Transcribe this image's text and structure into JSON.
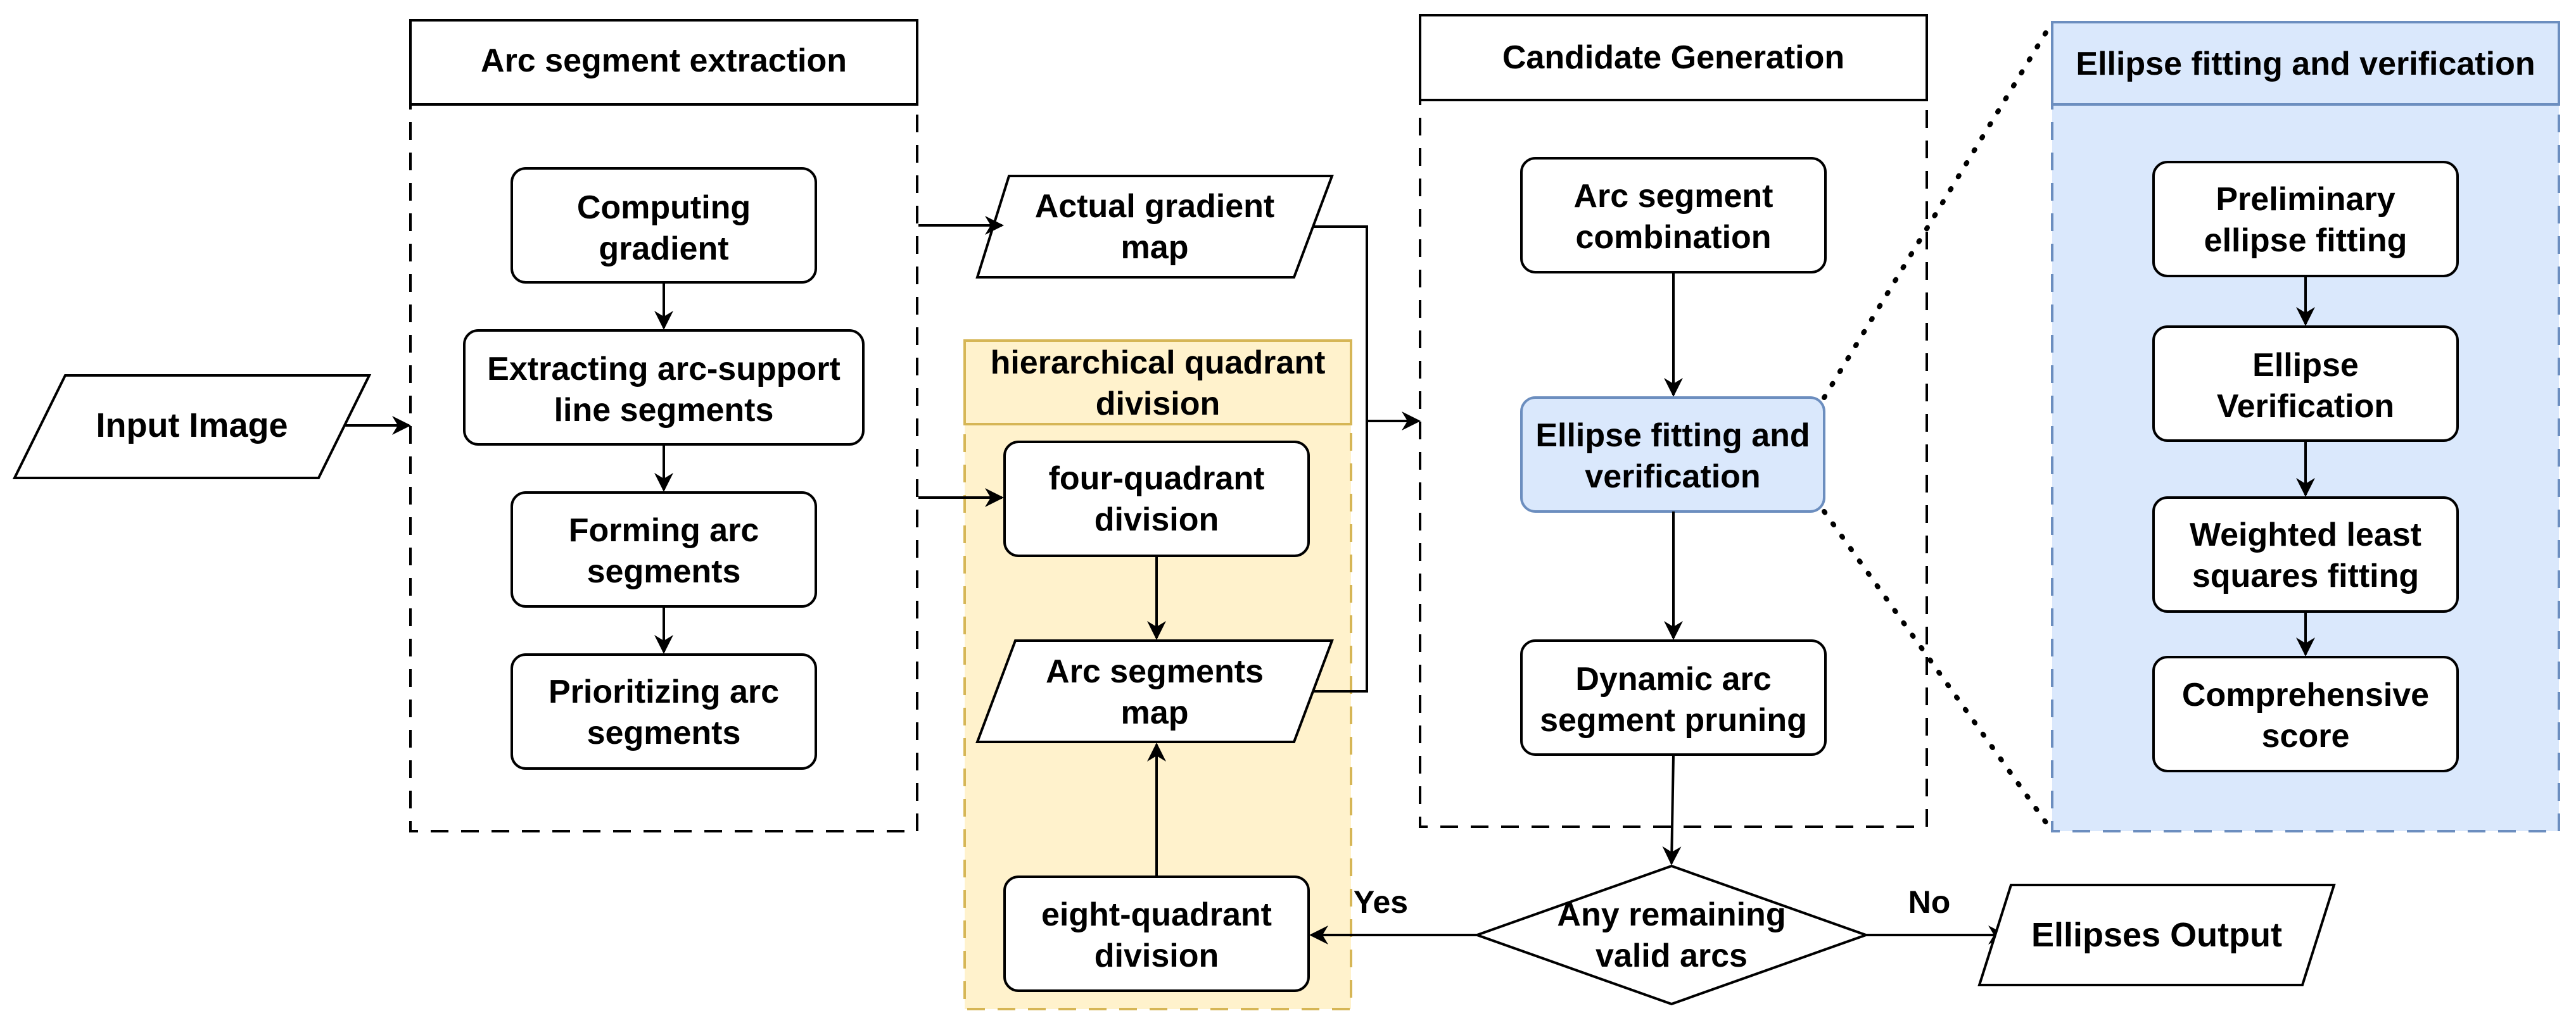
{
  "input": {
    "label": "Input Image"
  },
  "arc_extraction": {
    "title": "Arc segment extraction",
    "steps": [
      [
        "Computing",
        "gradient"
      ],
      [
        "Extracting arc-support",
        "line segments"
      ],
      [
        "Forming arc",
        "segments"
      ],
      [
        "Prioritizing arc",
        "segments"
      ]
    ]
  },
  "gradient_map": {
    "label": [
      "Actual gradient",
      "map"
    ]
  },
  "quadrant": {
    "title": [
      "hierarchical quadrant",
      "division"
    ],
    "four": [
      "four-quadrant",
      "division"
    ],
    "arc_map": [
      "Arc segments",
      "map"
    ],
    "eight": [
      "eight-quadrant",
      "division"
    ]
  },
  "candidate": {
    "title": "Candidate Generation",
    "combination": [
      "Arc segment",
      "combination"
    ],
    "fitting": [
      "Ellipse fitting and",
      "verification"
    ],
    "pruning": [
      "Dynamic arc",
      "segment pruning"
    ]
  },
  "ellipse_panel": {
    "title": "Ellipse fitting and verification",
    "steps": [
      [
        "Preliminary",
        "ellipse fitting"
      ],
      [
        "Ellipse",
        "Verification"
      ],
      [
        "Weighted least",
        "squares fitting"
      ],
      [
        "Comprehensive",
        "score"
      ]
    ]
  },
  "decision": {
    "label": [
      "Any remaining",
      "valid arcs"
    ],
    "yes": "Yes",
    "no": "No"
  },
  "output": {
    "label": "Ellipses Output"
  },
  "colors": {
    "quadrant_fill": "#fff2cc",
    "quadrant_stroke": "#d6b656",
    "panel_fill": "#dae8fc",
    "panel_stroke": "#6c8ebf"
  }
}
